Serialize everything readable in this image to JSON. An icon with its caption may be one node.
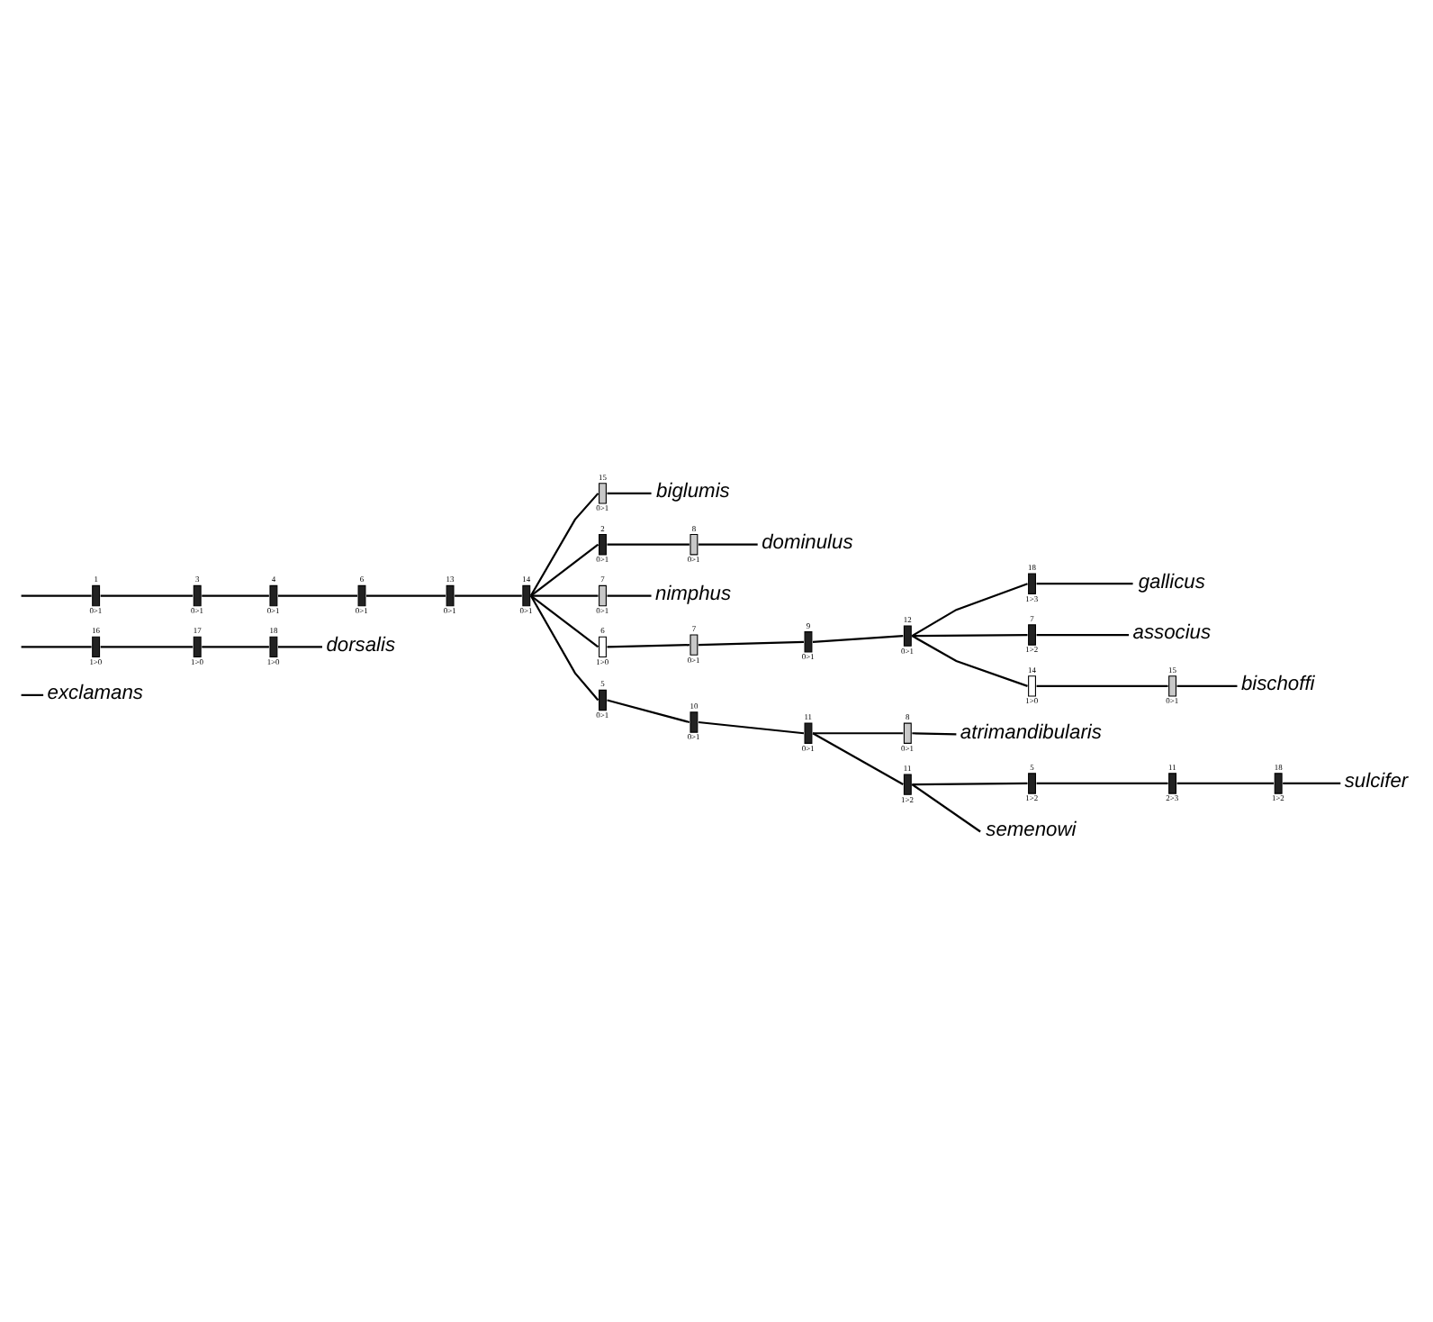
{
  "diagram": {
    "nodes": [
      {
        "text": [
          "exclamans"
        ]
      },
      {
        "text": [
          "16",
          "1>0"
        ]
      },
      {
        "text": [
          "17",
          "1>0"
        ]
      },
      {
        "text": [
          "18",
          "1>0"
        ]
      },
      {
        "text": [
          "dorsalis"
        ]
      },
      {
        "text": [
          "15",
          "0>1"
        ]
      },
      {
        "text": [
          "biglumis"
        ]
      },
      {
        "text": [
          "2",
          "0>1"
        ]
      },
      {
        "text": [
          "8",
          "0>1"
        ]
      },
      {
        "text": [
          "dominulus"
        ]
      },
      {
        "text": [
          "7",
          "0>1"
        ]
      },
      {
        "text": [
          "nimphus"
        ]
      },
      {
        "text": [
          "18",
          "1>3"
        ]
      },
      {
        "text": [
          "gallicus"
        ]
      },
      {
        "text": [
          "1",
          "0>1"
        ]
      },
      {
        "text": [
          "3",
          "0>1"
        ]
      },
      {
        "text": [
          "4",
          "0>1"
        ]
      },
      {
        "text": [
          "6",
          "0>1"
        ]
      },
      {
        "text": [
          "13",
          "0>1"
        ]
      },
      {
        "text": [
          "14",
          "0>1"
        ]
      },
      {
        "text": [
          "6",
          "1>0"
        ]
      },
      {
        "text": [
          "7",
          "0>1"
        ]
      },
      {
        "text": [
          "9",
          "0>1"
        ]
      },
      {
        "text": [
          "12",
          "0>1"
        ]
      },
      {
        "text": [
          "7",
          "1>2"
        ]
      },
      {
        "text": [
          "associus"
        ]
      },
      {
        "text": [
          "14",
          "1>0"
        ]
      },
      {
        "text": [
          "15",
          "0>1"
        ]
      },
      {
        "text": [
          "bischoffi"
        ]
      },
      {
        "text": [
          "8",
          "0>1"
        ]
      },
      {
        "text": [
          "atrimandibularis"
        ]
      },
      {
        "text": [
          "5",
          "0>1"
        ]
      },
      {
        "text": [
          "10",
          "0>1"
        ]
      },
      {
        "text": [
          "11",
          "0>1"
        ]
      },
      {
        "text": [
          "5",
          "1>2"
        ]
      },
      {
        "text": [
          "11",
          "2>3"
        ]
      },
      {
        "text": [
          "18",
          "1>2"
        ]
      },
      {
        "text": [
          "sulcifer"
        ]
      },
      {
        "text": [
          "11",
          "1>2"
        ]
      },
      {
        "text": [
          "semenowi"
        ]
      }
    ],
    "edges": [
      {
        "from": null,
        "to": 0,
        "arrow": "none"
      },
      {
        "from": null,
        "to": 1,
        "arrow": "none"
      },
      {
        "from": null,
        "to": 14,
        "arrow": "none"
      },
      {
        "from": 1,
        "to": 2,
        "arrow": "none"
      },
      {
        "from": 2,
        "to": 3,
        "arrow": "none"
      },
      {
        "from": 3,
        "to": 4,
        "arrow": "none"
      },
      {
        "from": 14,
        "to": 15,
        "arrow": "none"
      },
      {
        "from": 15,
        "to": 16,
        "arrow": "none"
      },
      {
        "from": 16,
        "to": 17,
        "arrow": "none"
      },
      {
        "from": 17,
        "to": 18,
        "arrow": "none"
      },
      {
        "from": 18,
        "to": 19,
        "arrow": "none"
      },
      {
        "from": 19,
        "to": 5,
        "arrow": "none"
      },
      {
        "from": 19,
        "to": 7,
        "arrow": "none"
      },
      {
        "from": 19,
        "to": 10,
        "arrow": "none"
      },
      {
        "from": 19,
        "to": 20,
        "arrow": "none"
      },
      {
        "from": 19,
        "to": 31,
        "arrow": "none"
      },
      {
        "from": 5,
        "to": 6,
        "arrow": "none"
      },
      {
        "from": 7,
        "to": 8,
        "arrow": "none"
      },
      {
        "from": 8,
        "to": 9,
        "arrow": "none"
      },
      {
        "from": 10,
        "to": 11,
        "arrow": "none"
      },
      {
        "from": 20,
        "to": 21,
        "arrow": "none"
      },
      {
        "from": 21,
        "to": 22,
        "arrow": "none"
      },
      {
        "from": 22,
        "to": 23,
        "arrow": "none"
      },
      {
        "from": 23,
        "to": 12,
        "arrow": "none"
      },
      {
        "from": 23,
        "to": 24,
        "arrow": "none"
      },
      {
        "from": 23,
        "to": 26,
        "arrow": "none"
      },
      {
        "from": 12,
        "to": 13,
        "arrow": "none"
      },
      {
        "from": 24,
        "to": 25,
        "arrow": "none"
      },
      {
        "from": 26,
        "to": 27,
        "arrow": "none"
      },
      {
        "from": 27,
        "to": 28,
        "arrow": "none"
      },
      {
        "from": 31,
        "to": 32,
        "arrow": "none"
      },
      {
        "from": 32,
        "to": 33,
        "arrow": "none"
      },
      {
        "from": 33,
        "to": 29,
        "arrow": "none"
      },
      {
        "from": 33,
        "to": 38,
        "arrow": "none"
      },
      {
        "from": 29,
        "to": 30,
        "arrow": "none"
      },
      {
        "from": 38,
        "to": 34,
        "arrow": "none"
      },
      {
        "from": 38,
        "to": 39,
        "arrow": "none"
      },
      {
        "from": 34,
        "to": 35,
        "arrow": "none"
      },
      {
        "from": 35,
        "to": 36,
        "arrow": "none"
      },
      {
        "from": 36,
        "to": 37,
        "arrow": "none"
      }
    ]
  }
}
